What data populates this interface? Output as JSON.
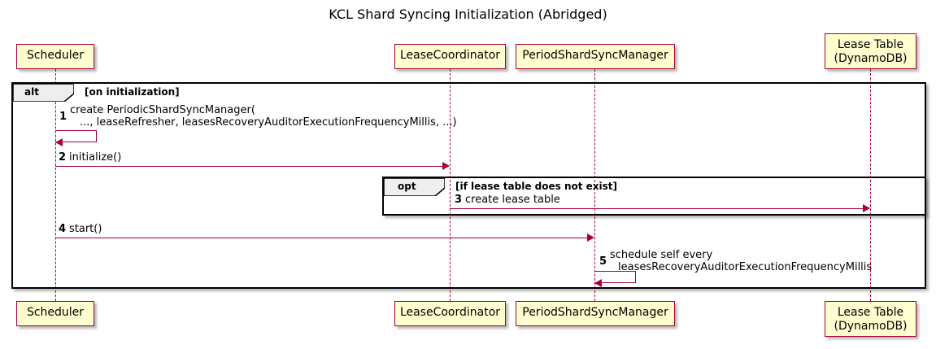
{
  "diagram": {
    "title": "KCL Shard Syncing Initialization (Abridged)",
    "type": "sequence-diagram",
    "colors": {
      "participant_fill": "#FEFECE",
      "participant_border": "#A80036",
      "arrow": "#A80036",
      "fragment_border": "#000000",
      "fragment_tab_fill": "#EEEEEE",
      "background": "#FFFFFF"
    }
  },
  "participants": [
    {
      "id": "scheduler",
      "label_line1": "Scheduler",
      "label_line2": ""
    },
    {
      "id": "leasecoordinator",
      "label_line1": "LeaseCoordinator",
      "label_line2": ""
    },
    {
      "id": "periodshardsyncmanager",
      "label_line1": "PeriodShardSyncManager",
      "label_line2": ""
    },
    {
      "id": "leasetable",
      "label_line1": "Lease Table",
      "label_line2": "(DynamoDB)"
    }
  ],
  "fragments": [
    {
      "id": "alt",
      "keyword": "alt",
      "condition": "[on initialization]"
    },
    {
      "id": "opt",
      "keyword": "opt",
      "condition": "[if lease table does not exist]"
    }
  ],
  "messages": [
    {
      "num": "1",
      "from": "scheduler",
      "to": "scheduler",
      "kind": "self",
      "text_line1": "create PeriodicShardSyncManager(",
      "text_line2": "..., leaseRefresher, leasesRecoveryAuditorExecutionFrequencyMillis, ...)"
    },
    {
      "num": "2",
      "from": "scheduler",
      "to": "leasecoordinator",
      "kind": "sync",
      "text_line1": "initialize()",
      "text_line2": ""
    },
    {
      "num": "3",
      "from": "leasecoordinator",
      "to": "leasetable",
      "kind": "sync",
      "text_line1": "create lease table",
      "text_line2": ""
    },
    {
      "num": "4",
      "from": "scheduler",
      "to": "periodshardsyncmanager",
      "kind": "sync",
      "text_line1": "start()",
      "text_line2": ""
    },
    {
      "num": "5",
      "from": "periodshardsyncmanager",
      "to": "periodshardsyncmanager",
      "kind": "self",
      "text_line1": "schedule self every",
      "text_line2": "leasesRecoveryAuditorExecutionFrequencyMillis"
    }
  ]
}
